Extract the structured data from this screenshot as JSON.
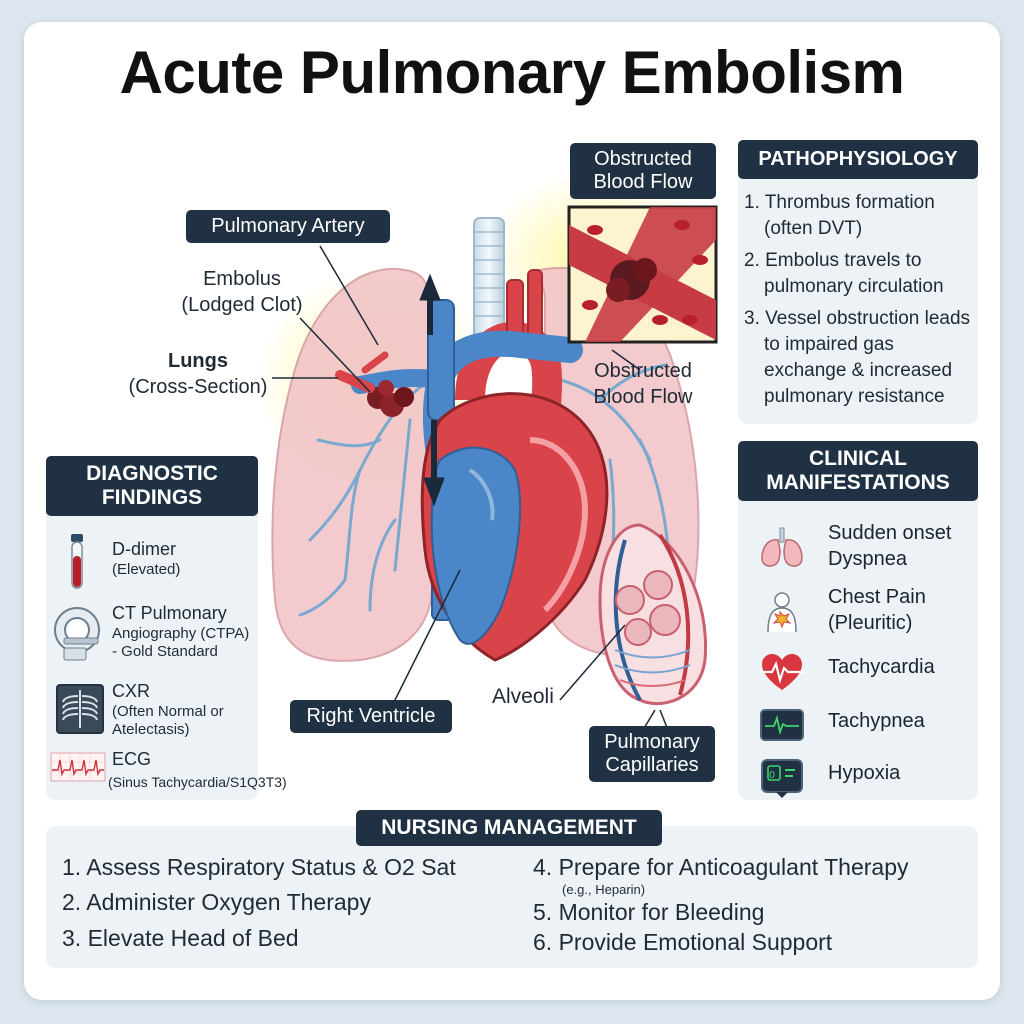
{
  "title": "Acute Pulmonary Embolism",
  "diagram_labels": {
    "pulmonary_artery": "Pulmonary Artery",
    "embolus": [
      "Embolus",
      "(Lodged Clot)"
    ],
    "lungs": "Lungs",
    "lungs_sub": "(Cross-Section)",
    "obstructed_top": [
      "Obstructed",
      "Blood Flow"
    ],
    "obstructed_mid": [
      "Obstructed",
      "Blood Flow"
    ],
    "right_ventricle": "Right Ventricle",
    "alveoli": "Alveoli",
    "pulmonary_capillaries": [
      "Pulmonary",
      "Capillaries"
    ]
  },
  "pathophysiology": {
    "header": "PATHOPHYSIOLOGY",
    "items": [
      [
        "1. Thrombus formation",
        "(often DVT)"
      ],
      [
        "2. Embolus travels to",
        "pulmonary circulation"
      ],
      [
        "3. Vessel obstruction leads",
        "to impaired gas",
        "exchange & increased",
        "pulmonary resistance"
      ]
    ]
  },
  "diagnostic": {
    "header": [
      "DIAGNOSTIC",
      "FINDINGS"
    ],
    "items": [
      {
        "icon": "blood-tube-icon",
        "main": "D-dimer",
        "sub": [
          "(Elevated)"
        ]
      },
      {
        "icon": "ct-scanner-icon",
        "main": "CT Pulmonary",
        "sub": [
          "Angiography (CTPA)",
          "- Gold Standard"
        ]
      },
      {
        "icon": "chest-xray-icon",
        "main": "CXR",
        "sub": [
          "(Often Normal or",
          "Atelectasis)"
        ]
      },
      {
        "icon": "ecg-strip-icon",
        "main": "ECG",
        "sub": [
          "(Sinus Tachycardia/S1Q3T3)"
        ]
      }
    ]
  },
  "clinical": {
    "header": [
      "CLINICAL",
      "MANIFESTATIONS"
    ],
    "items": [
      {
        "icon": "lungs-icon",
        "label": [
          "Sudden onset",
          "Dyspnea"
        ]
      },
      {
        "icon": "chest-pain-icon",
        "label": [
          "Chest Pain",
          "(Pleuritic)"
        ]
      },
      {
        "icon": "heart-rate-icon",
        "label": [
          "Tachycardia"
        ]
      },
      {
        "icon": "monitor-waveform-icon",
        "label": [
          "Tachypnea"
        ]
      },
      {
        "icon": "pulse-oximeter-icon",
        "label": [
          "Hypoxia"
        ]
      }
    ]
  },
  "nursing": {
    "header": "NURSING MANAGEMENT",
    "left": [
      "1. Assess Respiratory Status & O2 Sat",
      "2. Administer Oxygen Therapy",
      "3. Elevate Head of Bed"
    ],
    "right": [
      "4. Prepare for Anticoagulant Therapy",
      "5. Monitor for Bleeding",
      "6. Provide Emotional Support"
    ],
    "right_sub": "(e.g., Heparin)"
  },
  "colors": {
    "header_bg": "#1f3142",
    "panel_bg": "#edf2f7",
    "artery_red": "#d9434a",
    "vein_blue": "#4a86c8",
    "lung_pink": "#f2c5c8",
    "highlight_yellow": "#fff3a6"
  }
}
